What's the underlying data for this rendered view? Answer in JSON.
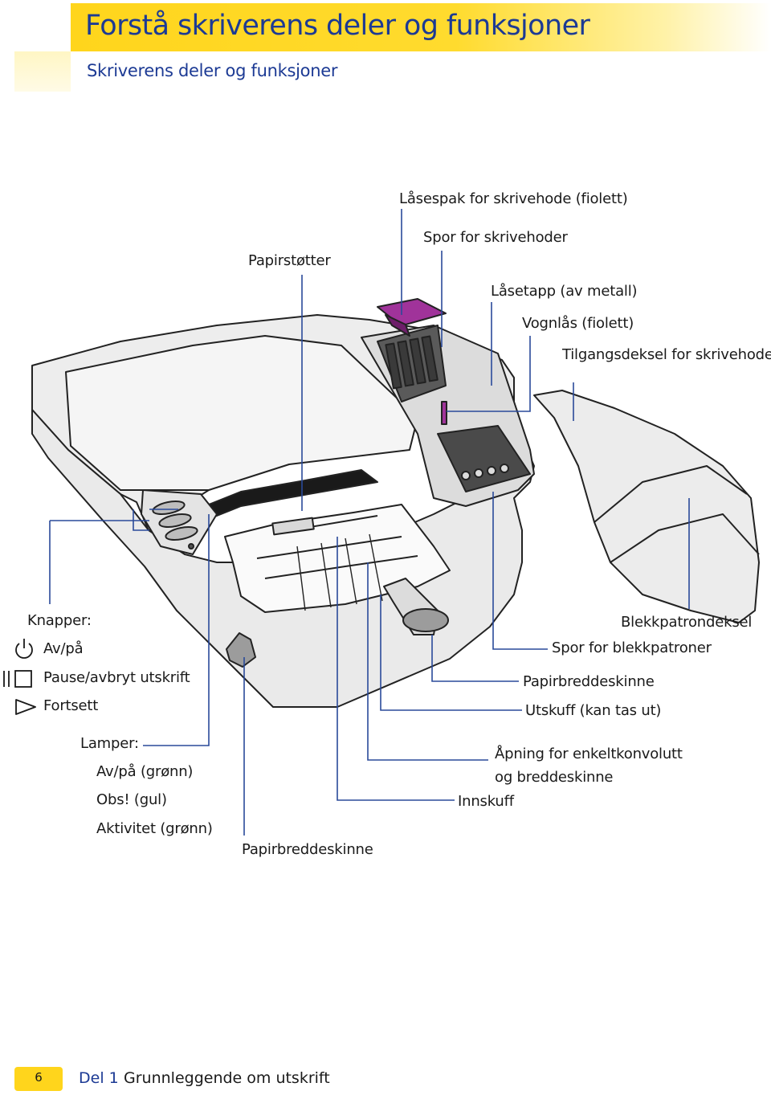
{
  "header": {
    "title": "Forstå skriverens deler og funksjoner",
    "subtitle": "Skriverens deler og funksjoner"
  },
  "callouts": {
    "laasespak": "Låsespak for skrivehode (fiolett)",
    "papirstotter": "Papirstøtter",
    "spor_skrivehoder": "Spor for skrivehoder",
    "laasetapp": "Låsetapp (av metall)",
    "vognlaas": "Vognlås (fiolett)",
    "tilgangsdeksel": "Tilgangsdeksel for skrivehoder",
    "blekkpatrondeksel": "Blekkpatrondeksel",
    "spor_blekkpatroner": "Spor for blekkpatroner",
    "papirbreddeskinne_right": "Papirbreddeskinne",
    "utskuff": "Utskuff (kan tas ut)",
    "aapning_line1": "Åpning for enkeltkonvolutt",
    "aapning_line2": "og breddeskinne",
    "innskuff": "Innskuff",
    "papirbreddeskinne_bottom": "Papirbreddeskinne"
  },
  "buttons": {
    "heading": "Knapper:",
    "items": [
      "Av/på",
      "Pause/avbryt utskrift",
      "Fortsett"
    ]
  },
  "lamps": {
    "heading": "Lamper:",
    "items": [
      "Av/på (grønn)",
      "Obs! (gul)",
      "Aktivitet (grønn)"
    ]
  },
  "footer": {
    "page_number": "6",
    "part": "Del 1",
    "section": "Grunnleggende om utskrift"
  },
  "colors": {
    "brand_blue": "#1c3a94",
    "header_yellow": "#ffd51c",
    "callout_line": "#2a4a9a",
    "printer_violet": "#a0339a"
  }
}
